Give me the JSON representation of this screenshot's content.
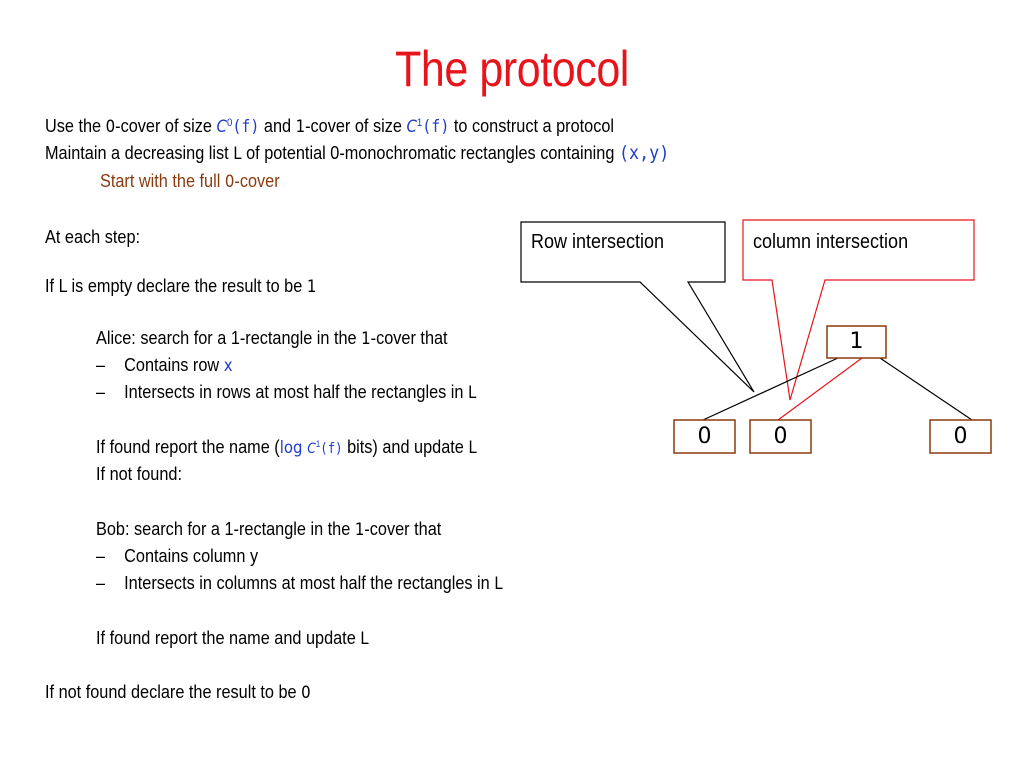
{
  "title": "The protocol",
  "intro": {
    "l1_a": "Use the ",
    "l1_b": "0",
    "l1_c": "-cover of size ",
    "l1_d": "C",
    "l1_e": "0",
    "l1_f": "(f)",
    "l1_g": " and ",
    "l1_h": "1",
    "l1_i": "-cover of size ",
    "l1_j": "C",
    "l1_k": "1",
    "l1_l": "(f)",
    "l1_m": " to construct a protocol",
    "l2_a": "Maintain a decreasing list ",
    "l2_b": "L",
    "l2_c": " of potential 0-monochromatic rectangles containing ",
    "l2_d": "(x,y)",
    "l3_a": "Start with the full ",
    "l3_b": "0",
    "l3_c": "-cover"
  },
  "steps": {
    "at_each": "At each step:",
    "empty_a": "If L is empty declare the result to be ",
    "empty_b": "1",
    "alice_a": "Alice: search for a 1-rectangle in the ",
    "alice_b": "1",
    "alice_c": "-cover that",
    "dash": "–",
    "alice_row_a": "Contains row ",
    "alice_row_b": "x",
    "alice_int_a": "Intersects in rows at most half the rectangles in ",
    "alice_int_b": "L",
    "found_a": "If found report the name (",
    "found_b": "log ",
    "found_c": "C",
    "found_d": "1",
    "found_e": "(f)",
    "found_f": " bits)  and update ",
    "found_g": "L",
    "not_found": "If not found:",
    "bob_a": "Bob: search for a 1-rectangle in the ",
    "bob_b": "1",
    "bob_c": "-cover that",
    "bob_col": "Contains column y",
    "bob_int_a": "Intersects in columns at most half the rectangles in  ",
    "bob_int_b": "L",
    "bob_found_a": "If found report the name and update ",
    "bob_found_b": "L",
    "final_a": "If not found declare the result to be ",
    "final_b": "0"
  },
  "diagram": {
    "callout_row": "Row intersection",
    "callout_col": "column intersection",
    "root": "1",
    "leaf1": "0",
    "leaf2": "0",
    "leaf3": "0",
    "colors": {
      "red": "#e8141b",
      "brown": "#8a3a0e",
      "black": "#000000"
    }
  }
}
